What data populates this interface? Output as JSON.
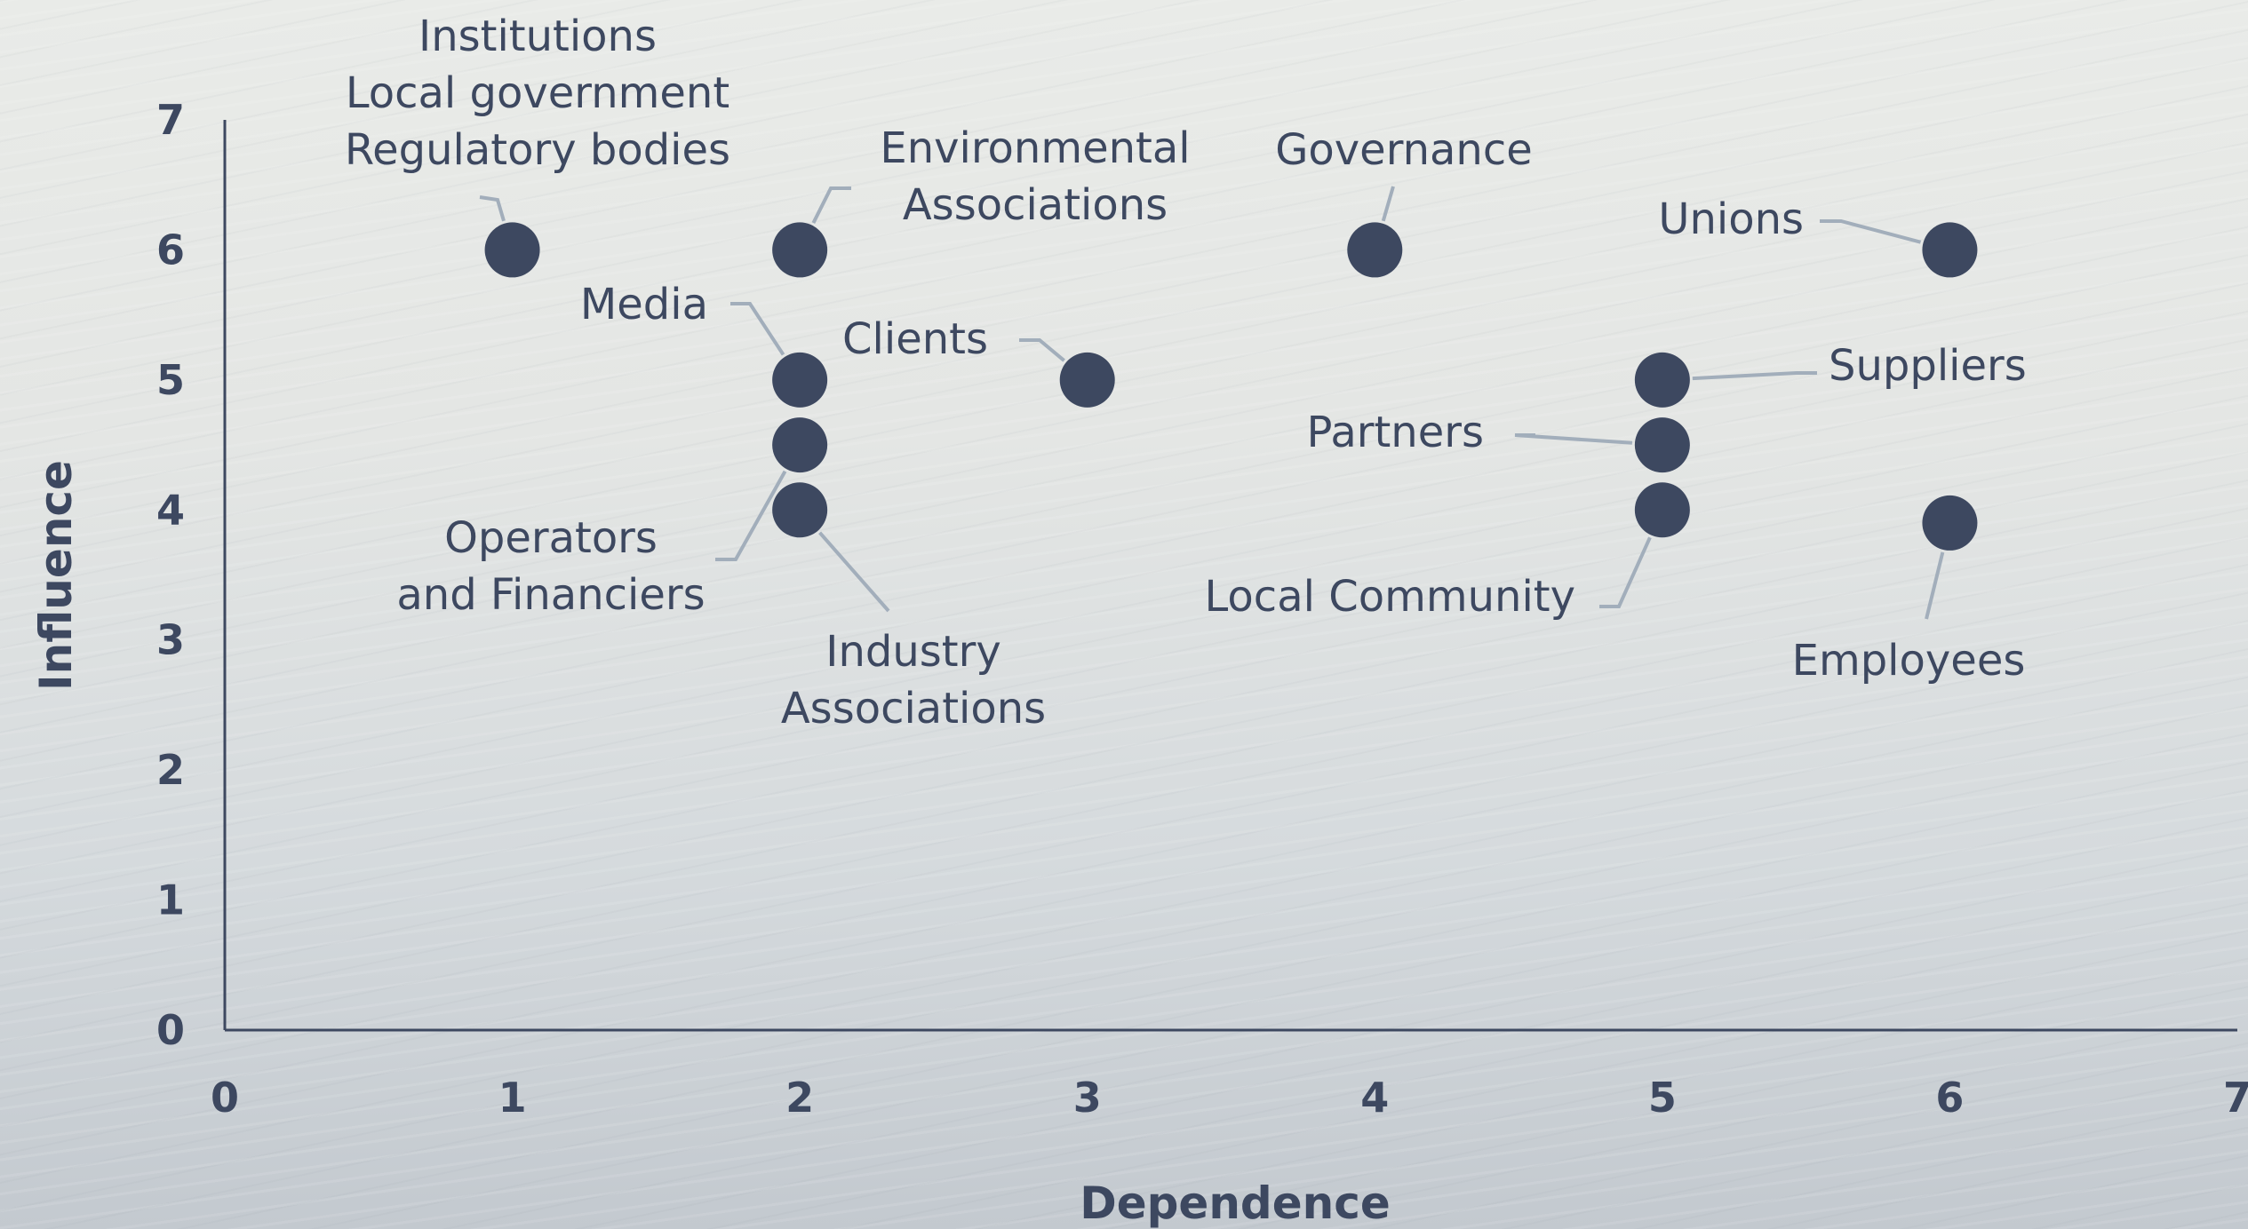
{
  "chart_data": {
    "type": "scatter",
    "title": "",
    "xlabel": "Dependence",
    "ylabel": "Influence",
    "xlim": [
      0,
      7
    ],
    "ylim": [
      0,
      7
    ],
    "xticks": [
      0,
      1,
      2,
      3,
      4,
      5,
      6,
      7
    ],
    "yticks": [
      0,
      1,
      2,
      3,
      4,
      5,
      6,
      7
    ],
    "grid": false,
    "colors": {
      "point": "#3d4860",
      "axis": "#3d4860",
      "leader": "#a2aebb"
    },
    "points": [
      {
        "label_lines": [
          "Institutions",
          "Local government",
          "Regulatory bodies"
        ],
        "x": 1,
        "y": 6
      },
      {
        "label_lines": [
          "Environmental",
          "Associations"
        ],
        "x": 2,
        "y": 6
      },
      {
        "label_lines": [
          "Governance"
        ],
        "x": 4,
        "y": 6
      },
      {
        "label_lines": [
          "Unions"
        ],
        "x": 6,
        "y": 6
      },
      {
        "label_lines": [
          "Media"
        ],
        "x": 2,
        "y": 5
      },
      {
        "label_lines": [
          "Clients"
        ],
        "x": 3,
        "y": 5
      },
      {
        "label_lines": [
          "Suppliers"
        ],
        "x": 5,
        "y": 5
      },
      {
        "label_lines": [
          "Operators",
          "and Financiers"
        ],
        "x": 2,
        "y": 4.5
      },
      {
        "label_lines": [
          "Partners"
        ],
        "x": 5,
        "y": 4.5
      },
      {
        "label_lines": [
          "Industry",
          "Associations"
        ],
        "x": 2,
        "y": 4
      },
      {
        "label_lines": [
          "Local Community"
        ],
        "x": 5,
        "y": 4
      },
      {
        "label_lines": [
          "Employees"
        ],
        "x": 6,
        "y": 3.9
      }
    ]
  }
}
